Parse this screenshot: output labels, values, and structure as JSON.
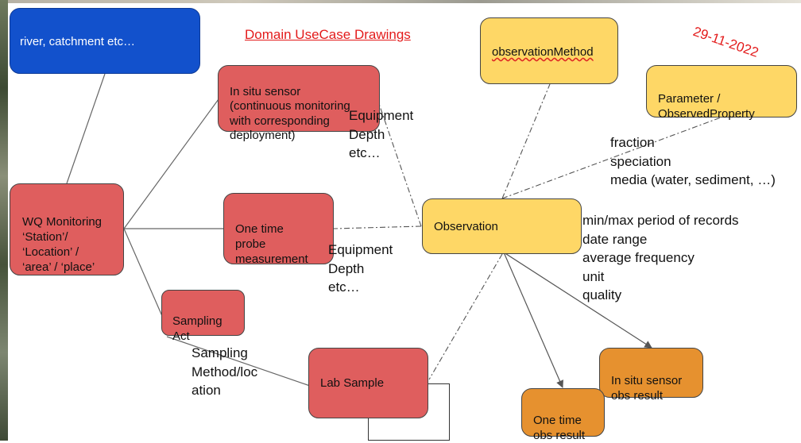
{
  "title": "Domain UseCase Drawings",
  "date": "29-11-2022",
  "boxes": {
    "river": "river, catchment etc…",
    "wq_station": "WQ Monitoring\n‘Station’/\n‘Location’ /\n‘area’ / ‘place’",
    "in_situ_sensor": "In situ sensor\n(continuous monitoring\nwith corresponding\ndeployment)",
    "one_time_probe": "One time\nprobe\nmeasurement",
    "sampling_act": "Sampling\nAct",
    "lab_sample": "Lab Sample",
    "observation_method": "observationMethod",
    "parameter": "Parameter /\nObservedProperty",
    "observation": "Observation",
    "in_situ_result": "In situ sensor\nobs result",
    "one_time_result": "One time\nobs result"
  },
  "annotations": {
    "equipment_1": "Equipment\nDepth\netc…",
    "equipment_2": "Equipment\nDepth\netc…",
    "parameter_notes": "fraction\nspeciation\nmedia (water, sediment, …)",
    "observation_notes": "min/max period of records\ndate range\naverage frequency\nunit\nquality",
    "sampling_method": "Sampling\nMethod/loc\nation"
  },
  "colors": {
    "blue": "#1251cc",
    "red": "#df5e5e",
    "yellow": "#fed766",
    "orange": "#e6912f",
    "accent_text": "#e31b1b"
  }
}
